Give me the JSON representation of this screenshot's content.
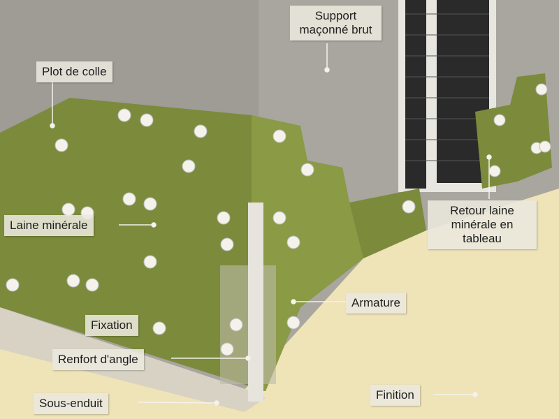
{
  "labels": {
    "support": "Support maçonné brut",
    "plot": "Plot de colle",
    "laine": "Laine minérale",
    "retour": "Retour laine minérale en tableau",
    "armature": "Armature",
    "fixation": "Fixation",
    "renfort": "Renfort d'angle",
    "sous_enduit": "Sous-enduit",
    "finition": "Finition"
  },
  "colors": {
    "wall": "#a9a59f",
    "insulation": "#7a8a3a",
    "finish": "#efe3b8",
    "window": "#2b2b2b"
  }
}
